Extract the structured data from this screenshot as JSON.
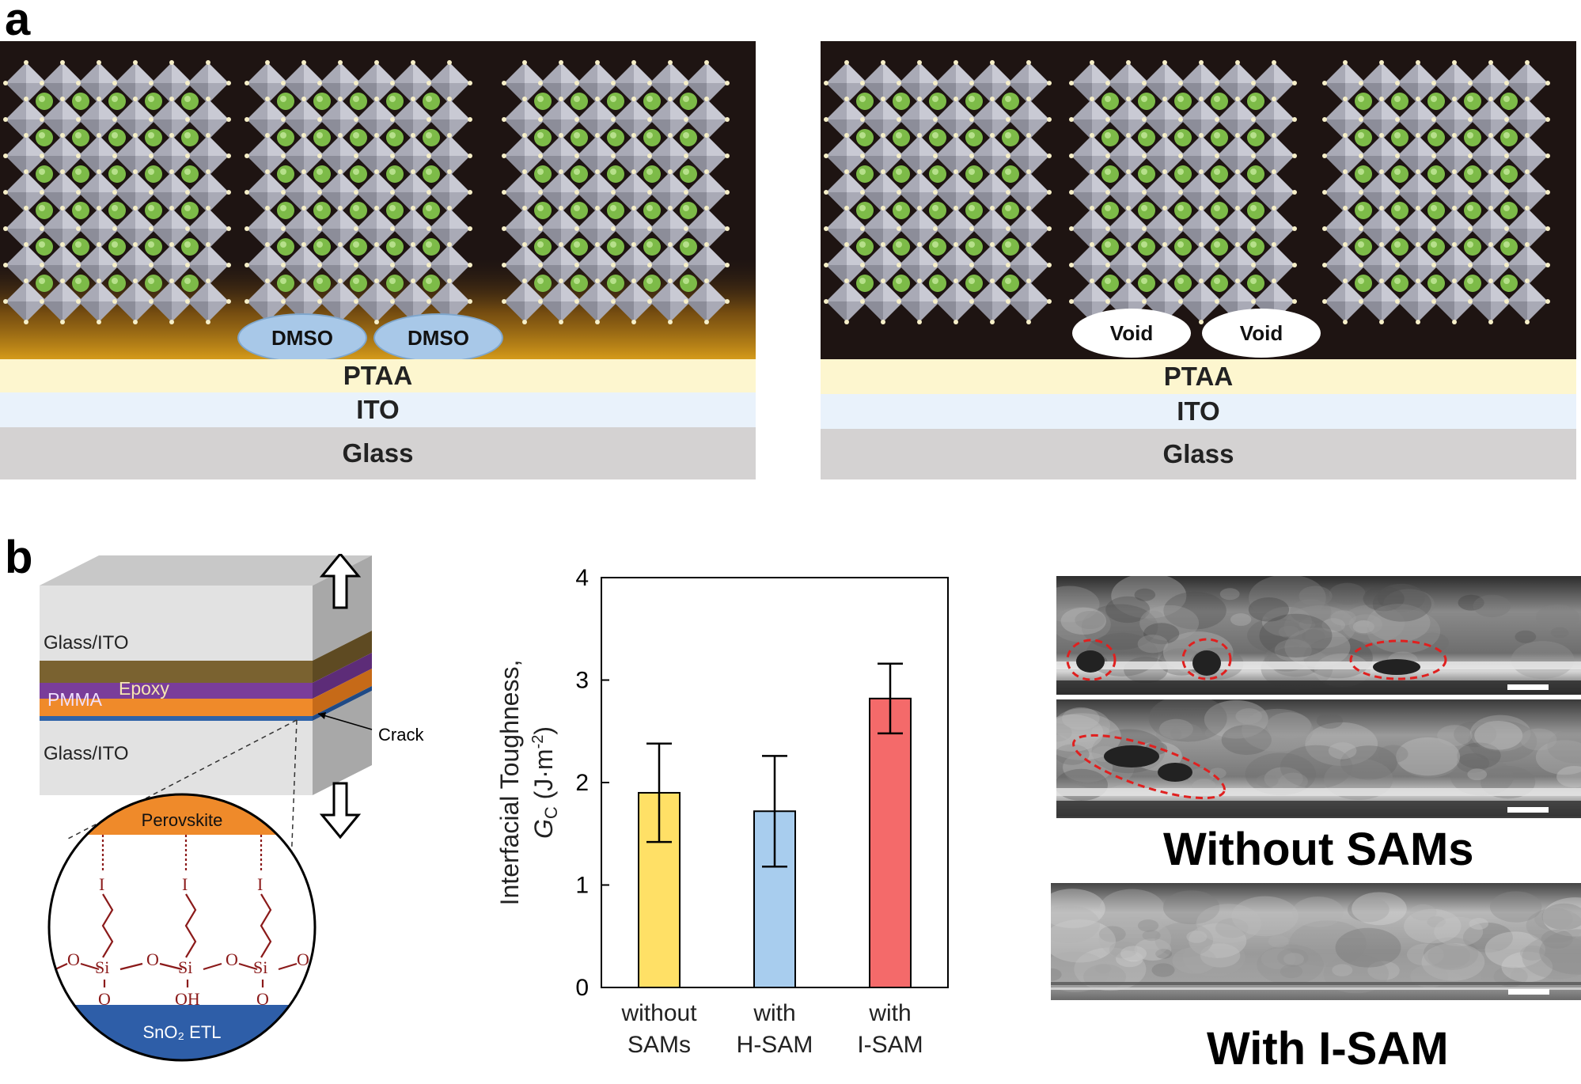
{
  "panel_a": {
    "label": "a",
    "left_stack": {
      "ovals": [
        "DMSO",
        "DMSO"
      ],
      "layers": {
        "ptaa": "PTAA",
        "ito": "ITO",
        "glass": "Glass"
      }
    },
    "right_stack": {
      "ovals": [
        "Void",
        "Void"
      ],
      "layers": {
        "ptaa": "PTAA",
        "ito": "ITO",
        "glass": "Glass"
      }
    }
  },
  "panel_b": {
    "label": "b",
    "schematic": {
      "glass_ito_top": "Glass/ITO",
      "epoxy": "Epoxy",
      "pmma": "PMMA",
      "glass_ito_bottom": "Glass/ITO",
      "crack": "Crack",
      "perovskite": "Perovskite",
      "etl": "SnO₂ ETL",
      "iodine": [
        "I",
        "I",
        "I"
      ],
      "silicon": [
        "Si",
        "Si",
        "Si"
      ],
      "oxygen": [
        "O",
        "O",
        "O",
        "O"
      ],
      "bottom_groups": [
        "O",
        "OH",
        "O"
      ]
    },
    "sem": {
      "without_caption": "Without SAMs",
      "with_caption": "With I-SAM"
    }
  },
  "chart_data": {
    "type": "bar",
    "categories": [
      [
        "without",
        "SAMs"
      ],
      [
        "with",
        "H-SAM"
      ],
      [
        "with",
        "I-SAM"
      ]
    ],
    "values": [
      1.9,
      1.72,
      2.82
    ],
    "errors": [
      0.48,
      0.54,
      0.34
    ],
    "colors": [
      "#ffe066",
      "#a8cdee",
      "#f46a6a"
    ],
    "ylabel_line1": "Interfacial Toughness,",
    "ylabel_line2_sym": "G",
    "ylabel_line2_sub": "C",
    "ylabel_line2_unit": " (J·m",
    "ylabel_line2_sup": "-2",
    "ylabel_line2_end": ")",
    "yticks": [
      "0",
      "1",
      "2",
      "3",
      "4"
    ],
    "ylim": [
      0,
      4
    ]
  }
}
